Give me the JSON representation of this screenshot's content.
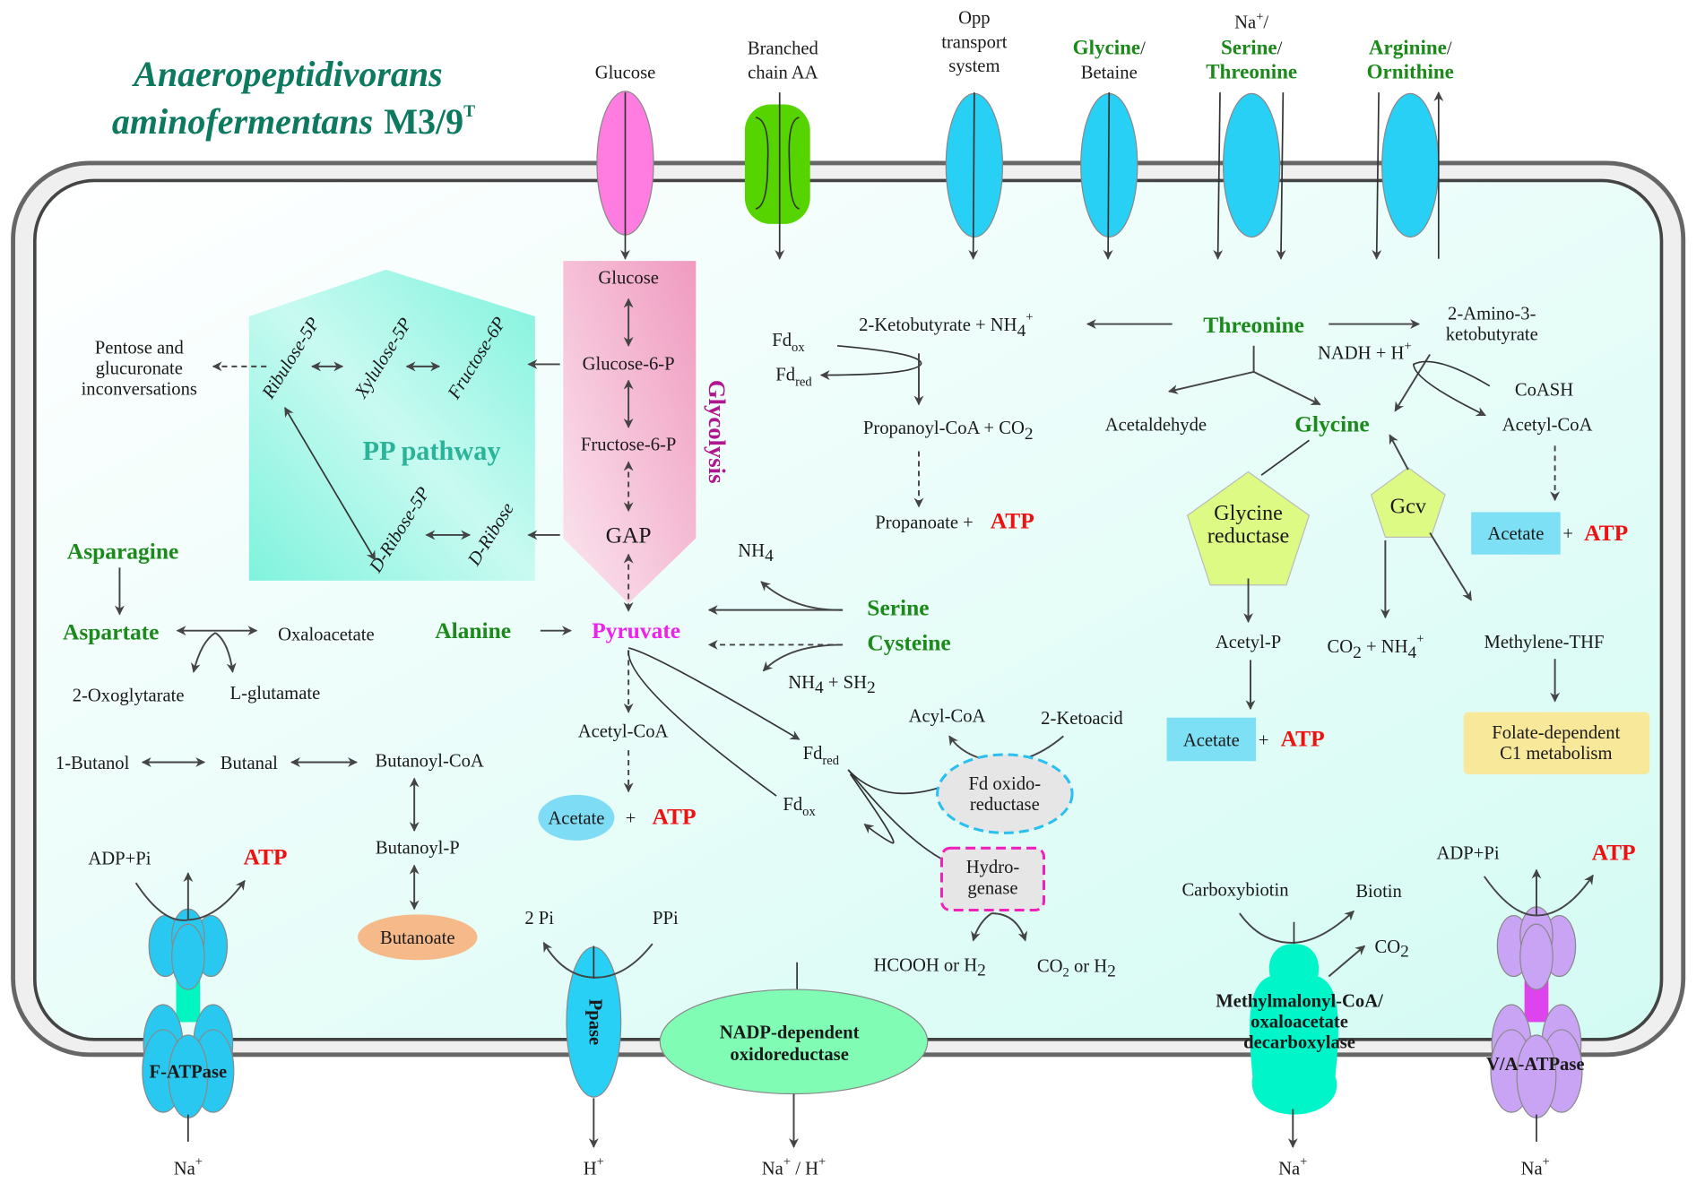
{
  "title": {
    "line1": "Anaeropeptidivorans",
    "line2": "aminofermentans",
    "strain": "M3/9",
    "strain_sup": "T"
  },
  "colors": {
    "title": "#0d7a5f",
    "amino_acid": "#1b8a1b",
    "atp": "#ee1111",
    "pyruvate": "#ee22ee",
    "glycolysis": "#b0168f",
    "pp": "#2bb39a",
    "transporter_blue": "#29d0f5",
    "glucose_transporter": "#ff7de0",
    "branched_transporter": "#55d400"
  },
  "transporters": {
    "glucose": "Glucose",
    "branched": [
      "Branched",
      "chain AA"
    ],
    "opp": [
      "Opp",
      "transport",
      "system"
    ],
    "glycine_betaine": {
      "a": "Glycine",
      "slash": "/",
      "b": "Betaine"
    },
    "na_serine": {
      "na": "Na",
      "sup": "+",
      "slash": "/",
      "serine": "Serine",
      "threonine": "Threonine"
    },
    "arginine": {
      "a": "Arginine",
      "slash": "/",
      "b": "Ornithine"
    }
  },
  "glycolysis": {
    "label": "Glycolysis",
    "steps": [
      "Glucose",
      "Glucose-6-P",
      "Fructose-6-P",
      "GAP"
    ],
    "pyruvate": "Pyruvate"
  },
  "pp_pathway": {
    "label": "PP pathway",
    "ribulose": "Ribulose-5P",
    "xylulose": "Xylulose-5P",
    "fructose": "Fructose-6P",
    "d_ribose_5p": "D-Ribose-5P",
    "d_ribose": "D-Ribose",
    "pentose": [
      "Pentose and",
      "glucuronate",
      "inconversations"
    ]
  },
  "threonine_pathway": {
    "fd_ox": {
      "main": "Fd",
      "sub": "ox"
    },
    "fd_red": {
      "main": "Fd",
      "sub": "red"
    },
    "ketobutyrate": {
      "main": "2-Ketobutyrate + NH",
      "sub": "4",
      "sup": "+"
    },
    "threonine": "Threonine",
    "amino": [
      "2-Amino-3-",
      "ketobutyrate"
    ],
    "nadh": {
      "main": "NADH + H",
      "sup": "+"
    },
    "propanoyl": {
      "main": "Propanoyl-CoA + CO",
      "sub": "2"
    },
    "propanoate": "Propanoate +",
    "atp": "ATP",
    "acetaldehyde": "Acetaldehyde",
    "glycine": "Glycine",
    "coash": "CoASH",
    "acetyl_coa": "Acetyl-CoA",
    "acetate": "Acetate",
    "plus": "+",
    "glycine_reductase": [
      "Glycine",
      "reductase"
    ],
    "gcv": "Gcv",
    "acetyl_p": "Acetyl-P",
    "co2_nh4": {
      "a": "CO",
      "sub": "2",
      "b": " + NH",
      "sub2": "4",
      "sup": "+"
    },
    "methylene_thf": "Methylene-THF",
    "folate": [
      "Folate-dependent",
      "C1 metabolism"
    ]
  },
  "amino_acids": {
    "asparagine": "Asparagine",
    "aspartate": "Aspartate",
    "oxaloacetate": "Oxaloacetate",
    "oxoglutarate": "2-Oxoglytarate",
    "glutamate": "L-glutamate",
    "alanine": "Alanine",
    "serine": "Serine",
    "cysteine": "Cysteine",
    "nh4": {
      "main": "NH",
      "sub": "4"
    },
    "nh4_sh2": {
      "a": "NH",
      "sub": "4",
      "b": " + SH",
      "sub2": "2"
    }
  },
  "pyruvate_pathway": {
    "acetyl_coa": "Acetyl-CoA",
    "acetate": "Acetate",
    "plus": "+",
    "atp": "ATP",
    "fd_red": {
      "main": "Fd",
      "sub": "red"
    },
    "fd_ox": {
      "main": "Fd",
      "sub": "ox"
    },
    "acyl_coa": "Acyl-CoA",
    "ketoacid": "2-Ketoacid",
    "fd_oxidoreductase": [
      "Fd oxido-",
      "reductase"
    ],
    "hydrogenase": [
      "Hydro-",
      "genase"
    ],
    "hcooh": {
      "main": "HCOOH or H",
      "sub": "2"
    },
    "co2_h2": {
      "a": "CO",
      "sub": "2",
      "b": " or H",
      "sub2": "2"
    }
  },
  "butanoate": {
    "butanol": "1-Butanol",
    "butanal": "Butanal",
    "butanoyl_coa": "Butanoyl-CoA",
    "butanoyl_p": "Butanoyl-P",
    "butanoate": "Butanoate"
  },
  "membrane_complexes": {
    "f_atpase": {
      "label": "F-ATPase",
      "adp": "ADP+Pi",
      "atp": "ATP",
      "ion": "Na",
      "ion_sup": "+"
    },
    "ppase": {
      "label": "Ppase",
      "pi": "2 Pi",
      "ppi": "PPi",
      "ion": "H",
      "ion_sup": "+"
    },
    "nadp": {
      "label": [
        "NADP-dependent",
        "oxidoreductase"
      ],
      "ion_a": "Na",
      "sup_a": "+",
      "mid": " / H",
      "sup_b": "+"
    },
    "decarboxylase": {
      "label": [
        "Methylmalonyl-CoA/",
        "oxaloacetate",
        "decarboxylase"
      ],
      "carboxybiotin": "Carboxybiotin",
      "biotin": "Biotin",
      "co2": {
        "main": "CO",
        "sub": "2"
      },
      "ion": "Na",
      "ion_sup": "+"
    },
    "va_atpase": {
      "label": "V/A-ATPase",
      "adp": "ADP+Pi",
      "atp": "ATP",
      "ion": "Na",
      "ion_sup": "+"
    }
  }
}
